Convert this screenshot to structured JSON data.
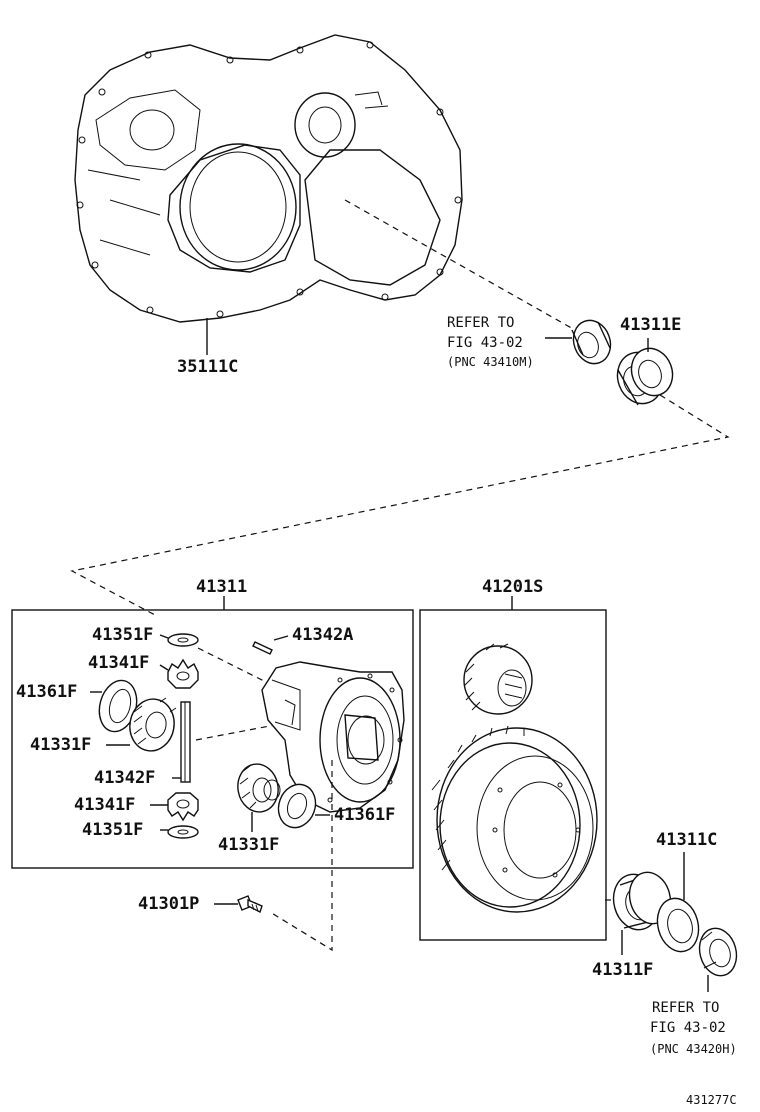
{
  "labels": {
    "housing": "35111C",
    "refer1_line1": "REFER TO",
    "refer1_line2": "FIG 43-02",
    "refer1_line3": "(PNC 43410M)",
    "bearing_top": "41311E",
    "case_group": "41311",
    "ring_group": "41201S",
    "washer_l_top": "41351F",
    "pinion_top": "41341F",
    "side_washer_l": "41361F",
    "side_gear_l": "41331F",
    "shaft": "41342F",
    "pinion_bottom": "41341F",
    "washer_l_bottom": "41351F",
    "pin": "41342A",
    "side_washer_r": "41361F",
    "side_gear_r": "41331F",
    "bolt": "41301P",
    "bearing_right": "41311C",
    "race_right": "41311F",
    "refer2_line1": "REFER TO",
    "refer2_line2": "FIG 43-02",
    "refer2_line3": "(PNC 43420H)",
    "figure_id": "431277C"
  }
}
